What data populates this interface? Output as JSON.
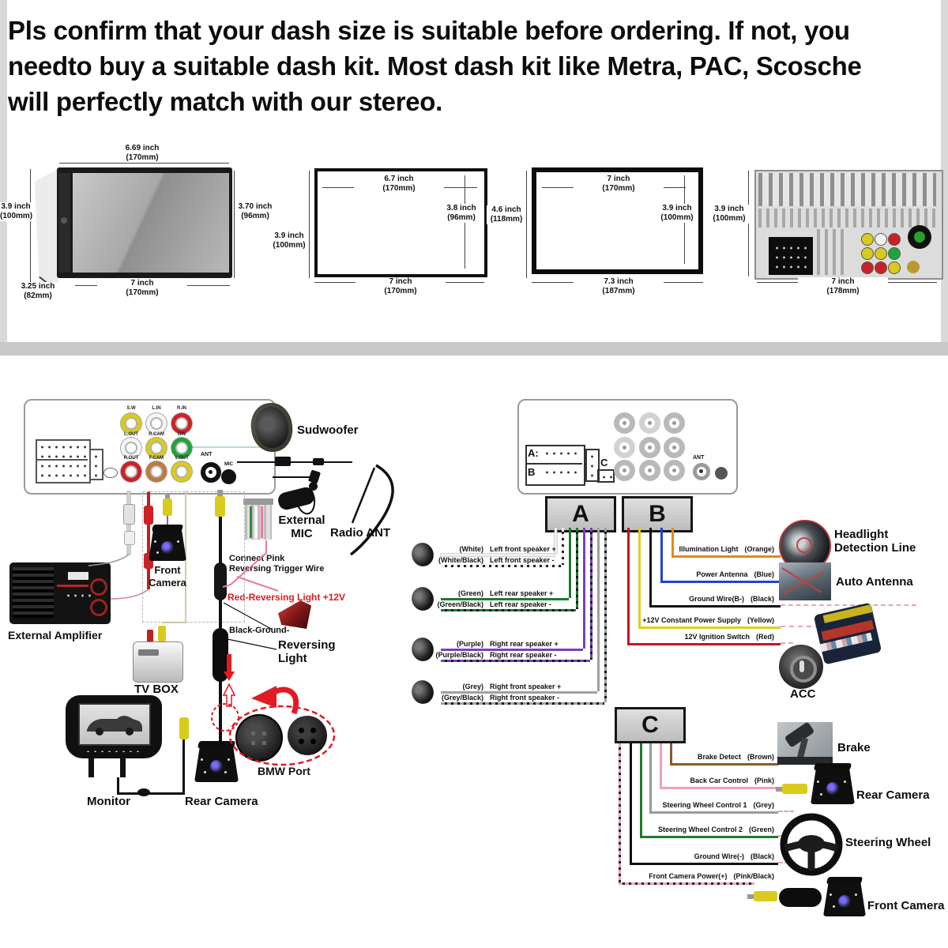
{
  "header": {
    "lines": [
      "Pls confirm that your dash size is suitable before ordering. If not, you",
      "needto buy a suitable dash kit. Most dash kit like Metra, PAC, Scosche",
      "will perfectly match with our stereo."
    ]
  },
  "dimensions": {
    "front_view": {
      "top": [
        "6.69 inch",
        "(170mm)"
      ],
      "left": [
        "3.9 inch",
        "(100mm)"
      ],
      "right": [
        "3.70 inch",
        "(96mm)"
      ],
      "bottom_left": [
        "3.25 inch",
        "(82mm)"
      ],
      "bottom": [
        "7 inch",
        "(170mm)"
      ]
    },
    "opening": {
      "left": [
        "3.9 inch",
        "(100mm)"
      ],
      "top": [
        "6.7 inch",
        "(170mm)"
      ],
      "right": [
        "3.8 inch",
        "(96mm)"
      ],
      "bottom": [
        "7 inch",
        "(170mm)"
      ]
    },
    "frame": {
      "left": [
        "4.6 inch",
        "(118mm)"
      ],
      "top": [
        "7 inch",
        "(170mm)"
      ],
      "right": [
        "3.9 inch",
        "(100mm)"
      ],
      "bottom": [
        "7.3 inch",
        "(187mm)"
      ]
    },
    "rear_view": {
      "left": [
        "3.9 inch",
        "(100mm)"
      ],
      "bottom": [
        "7 inch",
        "(178mm)"
      ]
    }
  },
  "left_diagram": {
    "jack_labels": [
      [
        "S.W",
        "L.IN",
        "R.IN"
      ],
      [
        "L.OUT",
        "R.CAM",
        "GW"
      ],
      [
        "R.OUT",
        "F.CAM",
        "V.OUT"
      ]
    ],
    "ant_label": "ANT",
    "mic_label": "MIC",
    "subwoofer": "Sudwoofer",
    "external_mic": [
      "External",
      "MIC"
    ],
    "radio_ant": "Radio ANT",
    "connect_pink": [
      "Connect Pink",
      "Reversing Trigger Wire"
    ],
    "red_reversing": "Red-Reversing Light +12V",
    "black_ground": "Black-Ground-",
    "reversing_light": [
      "Reversing",
      "Light"
    ],
    "external_amplifier": "External Amplifier",
    "front_camera": [
      "Front",
      "Camera"
    ],
    "tv_box": "TV BOX",
    "monitor": "Monitor",
    "rear_camera": "Rear Camera",
    "bmw_port": "BMW Port"
  },
  "right_diagram": {
    "iso_a": "A:",
    "iso_b": "B",
    "iso_c": "C",
    "ant_label": "ANT",
    "block_a": "A",
    "block_b": "B",
    "block_c": "C",
    "speaker_rows": [
      {
        "plus_color": "(White)",
        "plus": "Left front speaker +",
        "minus_color": "(White/Black)",
        "minus": "Left front speaker -"
      },
      {
        "plus_color": "(Green)",
        "plus": "Left rear speaker +",
        "minus_color": "(Green/Black)",
        "minus": "Left rear speaker -"
      },
      {
        "plus_color": "(Purple)",
        "plus": "Right rear speaker +",
        "minus_color": "(Purple/Black)",
        "minus": "Right rear speaker -"
      },
      {
        "plus_color": "(Grey)",
        "plus": "Right front speaker +",
        "minus_color": "(Grey/Black)",
        "minus": "Right front speaker -"
      }
    ],
    "b_rows": [
      {
        "label": "Illumination Light",
        "color": "(Orange)"
      },
      {
        "label": "Power Antenna",
        "color": "(Blue)"
      },
      {
        "label": "Ground Wire(B-)",
        "color": "(Black)"
      },
      {
        "label": "+12V Constant Power Supply",
        "color": "(Yellow)"
      },
      {
        "label": "12V Ignition Switch",
        "color": "(Red)"
      }
    ],
    "b_icons": {
      "headlight": [
        "Headlight",
        "Detection Line"
      ],
      "auto_antenna": "Auto Antenna",
      "acc": "ACC"
    },
    "c_rows": [
      {
        "label": "Brake Detect",
        "color": "(Brown)"
      },
      {
        "label": "Back Car Control",
        "color": "(Pink)"
      },
      {
        "label": "Steering Wheel Control 1",
        "color": "(Grey)"
      },
      {
        "label": "Steering Wheel Control 2",
        "color": "(Green)"
      },
      {
        "label": "Ground Wire(-)",
        "color": "(Black)"
      },
      {
        "label": "Front Camera Power(+)",
        "color": "(Pink/Black)"
      }
    ],
    "c_icons": {
      "brake": "Brake",
      "rear_camera": "Rear Camera",
      "steering_wheel": "Steering Wheel",
      "front_camera": "Front Camera"
    }
  },
  "colors": {
    "accent_red": "#e01b24",
    "divider_gray": "#c9c9c9",
    "wire_orange": "#e08a1e",
    "wire_blue": "#2244cc",
    "wire_yellow": "#e2cc20",
    "wire_red": "#cc1122",
    "wire_green": "#1e7a2e",
    "wire_purple": "#7a3fbf",
    "wire_pink": "#f0a0bc",
    "wire_brown": "#8a5a2a"
  }
}
